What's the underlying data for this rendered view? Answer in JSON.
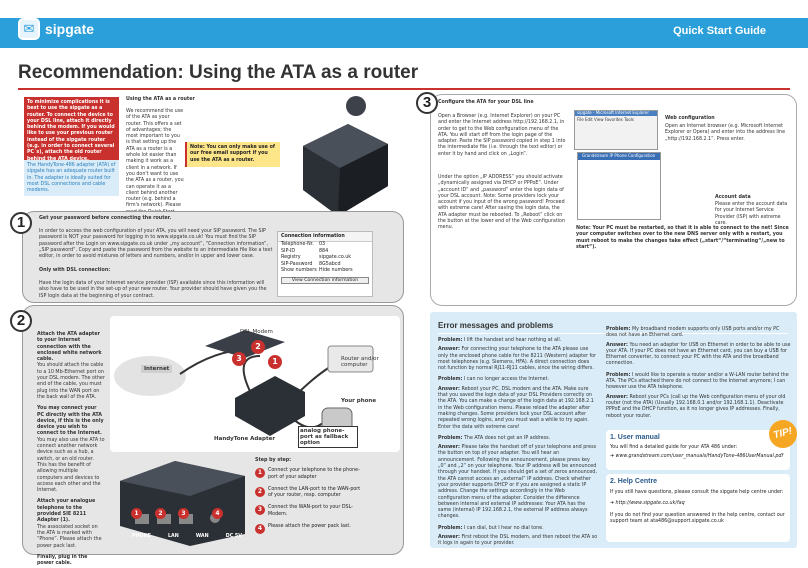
{
  "header": {
    "logo": "sipgate",
    "title": "Quick Start Guide",
    "page_title": "Recommendation: Using the ATA as a router"
  },
  "intro": {
    "red": "To minimize complications it is best to use the sipgate as a router. To connect the device to your DSL line, attach it directly behind the modem. If you would like to use your previous router instead of the sipgate router (e.g. in order to connect several PC´s), attach the old router behind the ATA device.",
    "blue": "The HandyTone-486 adapter (ATA) of sipgate has an adequate router built in. The adapter is ideally suited for most DSL connections and cable modems.",
    "heading": "Using the ATA as a router",
    "body": "We recommend the use of the ATA as your router. This offers a set of advantages; the most important to you is that setting up the ATA as a router is a whole lot easier than making it work as a client in a network. If you don't want to use the ATA as a router, you can operate it as a client behind another router (e.g. behind a firm's network). Please read the Quick Start Guide on the other side of this flyer for more information.",
    "note": "Note: You can only make use of our free email support if you use the ATA as a router."
  },
  "s1": {
    "num": "1",
    "heading": "Get your password before connecting the router.",
    "body": "In order to access the web configuration of your ATA, you will need your SIP password. The SIP password is NOT your password for logging in to www.sipgate.co.uk! You must find the SIP password after the Login on www.sipgate.co.uk under „my account“, “Connection information“, „SIP password“. Copy and paste the password from the website to an intermediate file like a text editor, in order to avoid mixtures of letters and numbers, and/or in upper and lower case.",
    "sub": "Only with DSL connection:",
    "sub_body": "Have the login data of your Internet service provider (ISP) available since this information will also have to be used in the set-up of your new router. Your provider should have given you the ISP login data at the beginning of your contract.",
    "conn_title": "Connection information",
    "rows": [
      [
        "Telephone-Nr.",
        "03"
      ],
      [
        "SIP-ID",
        "884"
      ],
      [
        "Registry",
        "sipgate.co.uk"
      ],
      [
        "SIP-Password",
        "8G5abcd"
      ],
      [
        "Show numbers",
        "Hide numbers"
      ]
    ],
    "button": "View Connection information"
  },
  "s2": {
    "num": "2",
    "side": [
      "Attach the ATA adapter to your Internet connection with the enclosed white network cable.",
      "You should attach the cable to a 10 Mb-Ethernet port on your DSL modem. The other end of the cable, you must plug into the WAN port on the back wall of the ATA.",
      "You may connect your PC directly with the ATA device, if this is the only device you wish to connect to the Internet.",
      "You may also use the ATA to connect another network device such as a hub, a switch, or an old router. This has the benefit of allowing multiple computers and devices to access each other and the Internet.",
      "Attach your analogue telephone to the provided SIE 8211 Adapter (1).",
      "The associated socket on the ATA is marked with “Phone”. Please attach the power pack last.",
      "Finally, plug in the power cable."
    ],
    "labels": {
      "dsl": "DSL Modem",
      "internet": "Internet",
      "router": "Router and/or computer",
      "phone": "Your phone",
      "adapter": "HandyTone Adapter",
      "analog": "analog phone-port as fallback option"
    },
    "steps_title": "Step by step:",
    "steps": [
      "Connect your telephone to the phone-port of your adapter",
      "Connect the LAN-port to the WAN-port of your router, resp. computer",
      "Connect the WAN-port to your DSL-Modem.",
      "Please attach the power pack last."
    ],
    "ports": [
      "PHONE",
      "LAN",
      "WAN",
      "DC 5V"
    ]
  },
  "s3": {
    "num": "3",
    "heading": "Configure the ATA for your DSL line",
    "body": "Open a Browser (e.g. Internet Explorer) on your PC and enter the Internet address http://192.168.2.1, in order to get to the Web configuration menu of the ATA. You will start off from the login page of the adapter. Paste the SIP password copied in step 1 into the intermediate file (i.e. through the text editor) or enter it by hand and click on „Login“.",
    "body2": "Under the option „IP ADDRESS“ you should activate „dynamically assigned via DHCP or PPPoE“. Under „account ID“ and „password“ enter the login data of your DSL account. Note: Some providers lock your account if you input of the wrong password! Proceed with extreme care! After saving the login data, the ATA adapter must be rebooted. To „Reboot“ click on the button at the lower end of the Web configuration menu.",
    "web_h": "Web configuration",
    "web": "Open an Internet browser (e.g. Microsoft Internet Explorer or Opera) and enter into the address line „http://192.168.2.1“. Press enter.",
    "acc_h": "Account data",
    "acc": "Please enter the account data for your Internet Service Provider (ISP) with extreme care.",
    "note": "Note: Your PC must be restarted, so that it is able to connect to the net! Since your computer switches over to the new DNS server only with a restart, you must reboot to make the changes take effect („start“/“terminating“/„new to start“).",
    "ie_title": "sipgate - Microsoft Internet Explorer",
    "menu": "File  Edit  View  Favorites  Tools",
    "cfg_title": "Grandstream IP Phone Configuration"
  },
  "errors": {
    "title": "Error messages and problems",
    "left": [
      [
        "Problem:",
        "I lift the handset and hear nothing at all."
      ],
      [
        "Answer:",
        "For connecting your telephone to the ATA please use only the enclosed phone cable for the 8211 (Western) adapter for most telephones (e.g. Siemens, HFA). A direct connection does not function by normal RJ11-RJ11 cables, since the wiring differs."
      ],
      [
        "Problem:",
        "I can no longer access the Internet."
      ],
      [
        "Answer:",
        "Reboot your PC, DSL modem and the ATA. Make sure that you saved the login data of your DSL Providers correctly on the ATA. You can make a change of the login data at 192.168.2.1 in the Web configuration menu. Please reload the adapter after making changes. Some providers lock your DSL account after repeated wrong logins, and you must wait a while to try again. Enter the data with extreme care!"
      ],
      [
        "Problem:",
        "The ATA does not get an IP address."
      ],
      [
        "Answer:",
        "Please take the handset off of your telephone and press the button on top of your adapter. You will hear an announcement. Following the announcement, please press key „0“ and „2“ on your telephone. Your IP address will be announced through your handset. If you should get a set of zeros announced, the ATA cannot access an „external“ IP address. Check whether your provider supports DHCP or if you are assigned a static IP address. Change the settings accordingly in the Web configuration menu of the adapter. Consider the difference between internal and external IP addresses: Your ATA has the same (internal) IP 192.168.2.1, the external IP address always changes."
      ],
      [
        "Problem:",
        "I can dial, but I hear no dial tone."
      ],
      [
        "Answer:",
        "First reboot the DSL modem, and then reboot the ATA so it logs in again to your provider."
      ]
    ],
    "right": [
      [
        "Problem:",
        "My broadband modem supports only USB ports and/or my PC does not have an Ethernet card."
      ],
      [
        "Answer:",
        "You need an adapter for USB on Ethernet in order to be able to use your ATA. If your PC does not have an Ethernet card, you can buy a USB for Ethernet converter, to connect your PC with the ATA and the broadband connection."
      ],
      [
        "Problem:",
        "I would like to operate a router and/or a W-LAN router behind the ATA. The PCs attached there do not connect to the Internet anymore; I can however use the ATA telephone."
      ],
      [
        "Answer:",
        "Reboot your PCs (call up the Web configuration menu of your old router (not the ATA) (Usually 192.168.0.1 and/or 192.168.1.1). Deactivate PPPoE and the DHCP function, as it no longer gives IP addresses. Finally, reboot your router."
      ]
    ],
    "manual_h": "1. User manual",
    "manual": "You will find a detailed guide for your ATA 486 under:",
    "manual_url": "www.grandstream.com/user_manuals/HandyTone-486UserManual.pdf",
    "help_h": "2. Help Centre",
    "help": "If you still have questions, please consult the sipgate help centre under:",
    "help_url": "http://www.sipgate.co.uk/faq",
    "help2": "If you do not find your question answered in the help centre, contact our support team at ata486@support.sipgate.co.uk",
    "tip": "TIP!"
  }
}
